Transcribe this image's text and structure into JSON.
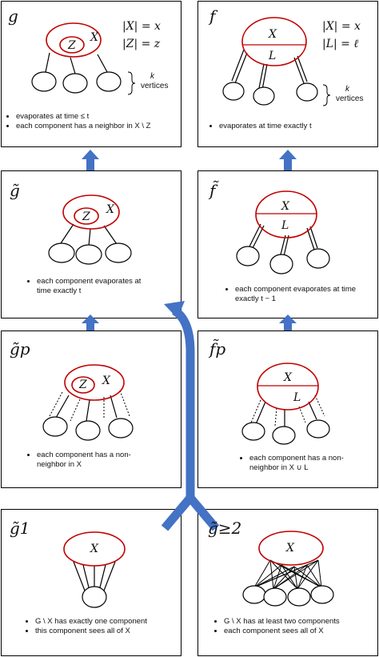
{
  "colors": {
    "red": "#c00000",
    "arrow": "#4472c4"
  },
  "panels": {
    "g": {
      "title": "g",
      "eq1": "|X| = x",
      "eq2": "|Z| = z",
      "X": "X",
      "Z": "Z",
      "k": "k",
      "vertices": "vertices",
      "bullets": [
        "evaporates at time ≤ t",
        "each component has a neighbor in X \\ Z"
      ]
    },
    "f": {
      "title": "f",
      "eq1": "|X| = x",
      "eq2": "|L| = ℓ",
      "X": "X",
      "L": "L",
      "k": "k",
      "vertices": "vertices",
      "bullets": [
        "evaporates at time exactly t"
      ]
    },
    "gt": {
      "title": "g̃",
      "X": "X",
      "Z": "Z",
      "bullets": [
        "each component evaporates at time exactly t"
      ]
    },
    "ft": {
      "title": "f̃",
      "X": "X",
      "L": "L",
      "bullets": [
        "each component evaporates at time exactly t − 1"
      ]
    },
    "gp": {
      "title": "g̃p",
      "X": "X",
      "Z": "Z",
      "bullets": [
        "each component has a non-neighbor in X"
      ]
    },
    "fp": {
      "title": "f̃p",
      "X": "X",
      "L": "L",
      "bullets": [
        "each component has a non-neighbor in X ∪ L"
      ]
    },
    "g1": {
      "title": "g̃1",
      "X": "X",
      "bullets": [
        "G \\ X has exactly one component",
        "this component sees all of X"
      ]
    },
    "g2": {
      "title": "g̃≥2",
      "X": "X",
      "bullets": [
        "G \\ X has at least two components",
        "each component sees all of X"
      ]
    }
  }
}
